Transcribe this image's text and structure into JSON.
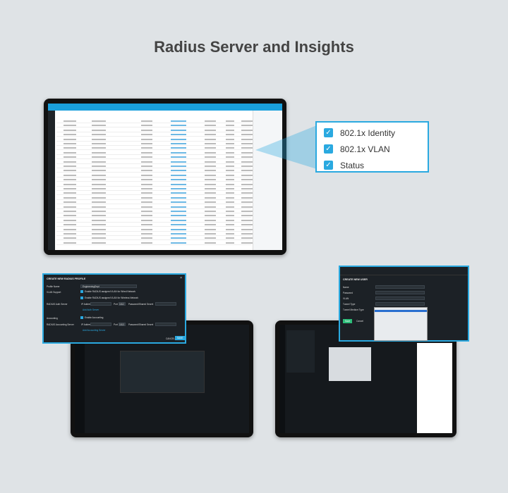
{
  "title": "Radius Server and Insights",
  "callout": {
    "items": [
      {
        "label": "802.1x Identity",
        "checked": true
      },
      {
        "label": "802.1x VLAN",
        "checked": true
      },
      {
        "label": "Status",
        "checked": true
      }
    ]
  },
  "radius_dialog": {
    "title": "CREATE NEW RADIUS PROFILE",
    "profile_name_label": "Profile Name",
    "profile_name_value": "EngineeringDept",
    "vlan_label": "VLAN Support",
    "vlan_wired": "Enable RADIUS assigned VLAN for Wired Network",
    "vlan_wireless": "Enable RADIUS assigned VLAN for Wireless Network",
    "auth_label": "RADIUS Auth Server",
    "ip_label": "IP Address",
    "port_label": "Port",
    "auth_port": "1812",
    "secret_label": "Password/Shared Secret",
    "add_auth": "Add Auth Server",
    "acct_label": "Accounting",
    "acct_enable": "Enable Accounting",
    "acct_server_label": "RADIUS Accounting Server",
    "acct_port": "1813",
    "add_acct": "Add Accounting Server",
    "cancel": "CANCEL",
    "save": "SAVE"
  },
  "user_dialog": {
    "title": "CREATE NEW USER",
    "name_label": "Name",
    "password_label": "Password",
    "vlan_label": "VLAN",
    "tunnel_type_label": "Tunnel Type",
    "tunnel_medium_label": "Tunnel Medium Type",
    "save": "Save",
    "cancel": "Cancel"
  },
  "colors": {
    "accent": "#2aa9e0",
    "background": "#dfe3e6",
    "dark": "#1c2126"
  }
}
